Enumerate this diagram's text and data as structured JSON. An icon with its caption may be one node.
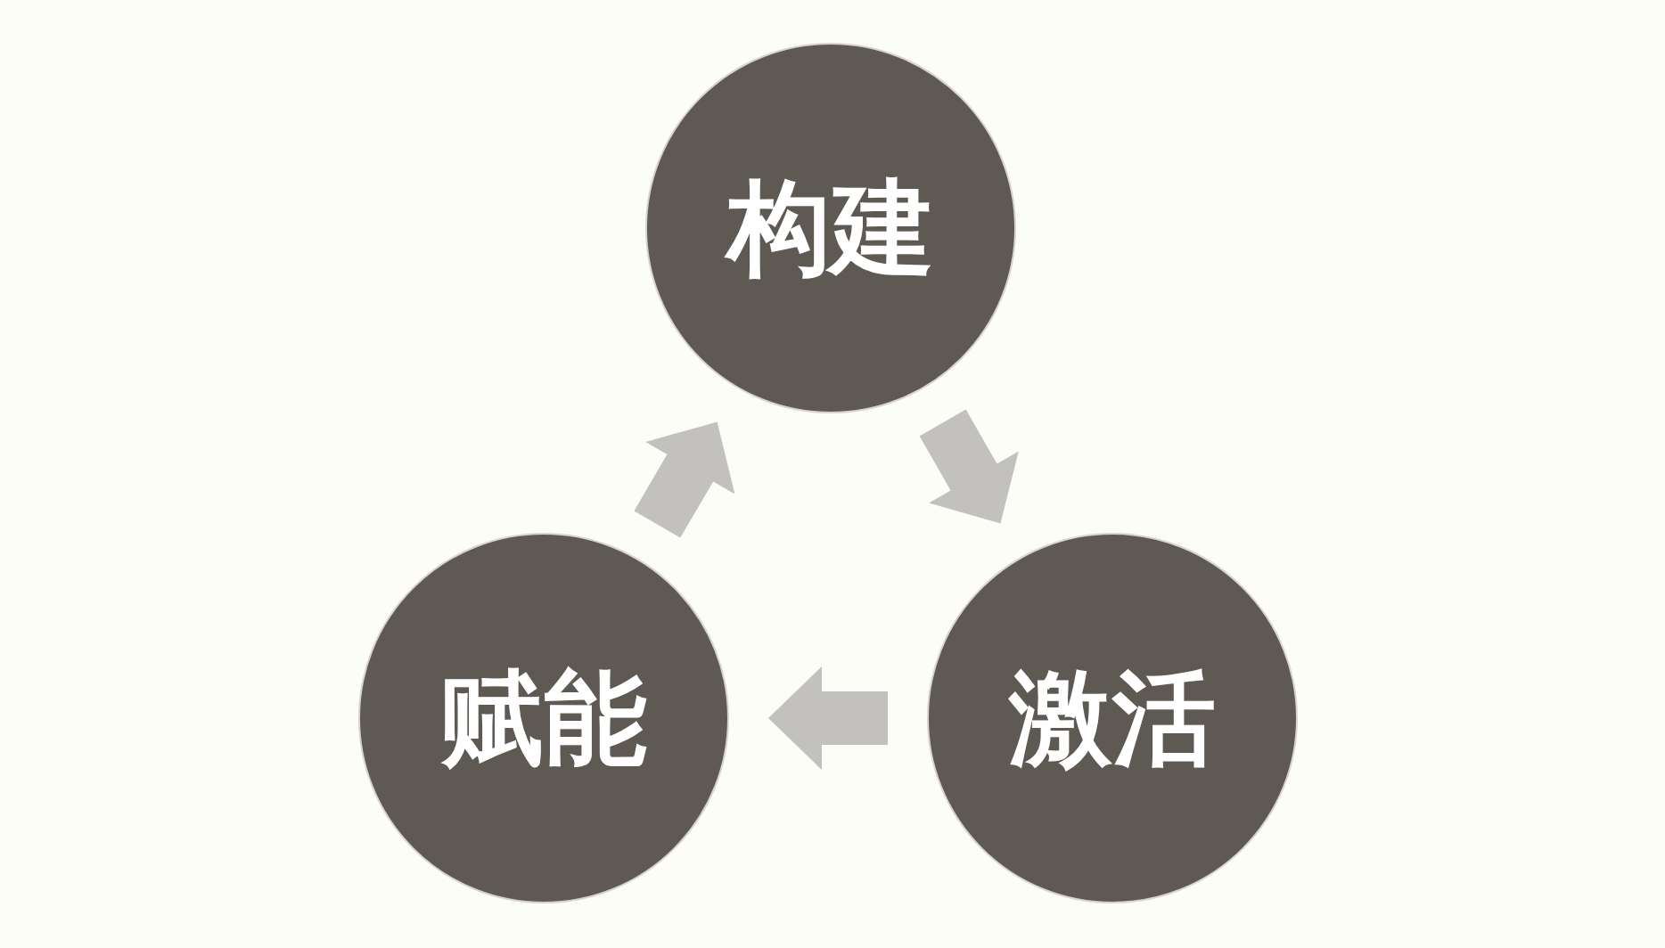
{
  "diagram": {
    "nodes": [
      {
        "text": [
          "构建"
        ]
      },
      {
        "text": [
          "激活"
        ]
      },
      {
        "text": [
          "赋能"
        ]
      }
    ],
    "edges": [
      {
        "from": 0,
        "to": 1,
        "arrow": "to",
        "style": "thick"
      },
      {
        "from": 1,
        "to": 2,
        "arrow": "to",
        "style": "thick"
      },
      {
        "from": 2,
        "to": 0,
        "arrow": "to",
        "style": "thick"
      }
    ]
  }
}
